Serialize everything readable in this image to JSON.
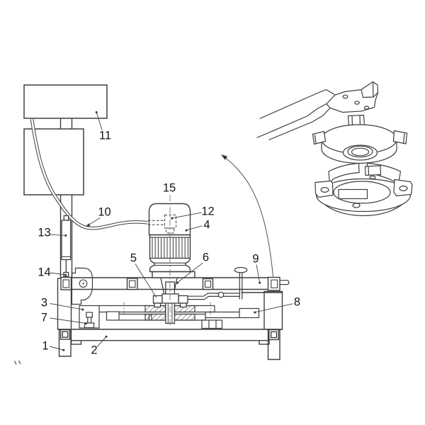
{
  "figure": {
    "kind": "technical-line-drawing",
    "background_color": "#ffffff",
    "line_color": "#3e3e3e",
    "label_color": "#161616"
  },
  "labels": [
    "1",
    "2",
    "3",
    "4",
    "5",
    "6",
    "7",
    "8",
    "9",
    "10",
    "11",
    "12",
    "13",
    "14",
    "15"
  ]
}
